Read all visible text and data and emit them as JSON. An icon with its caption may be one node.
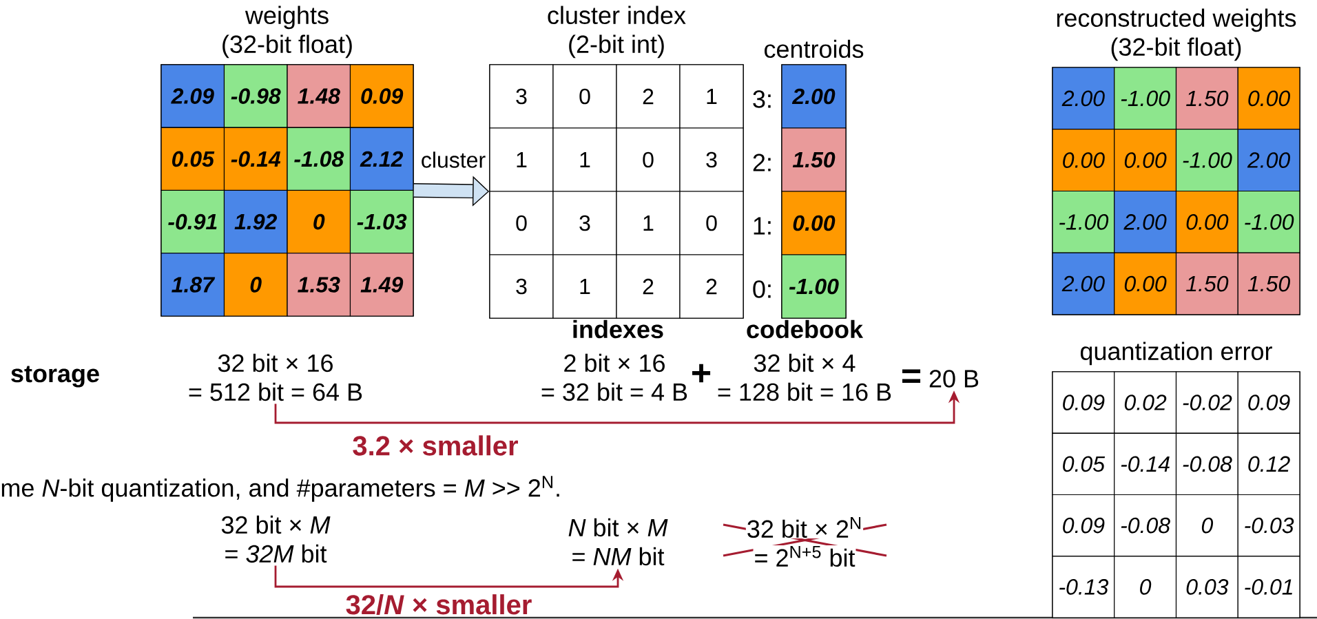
{
  "diagram": {
    "nodes": [
      {
        "text": [
          "weights (32-bit float)"
        ]
      },
      {
        "text": [
          "2.09"
        ],
        "in": 0
      },
      {
        "text": [
          "-0.98"
        ],
        "in": 0
      },
      {
        "text": [
          "1.48"
        ],
        "in": 0
      },
      {
        "text": [
          "0.09"
        ],
        "in": 0
      },
      {
        "text": [
          "0.05"
        ],
        "in": 0
      },
      {
        "text": [
          "-0.14"
        ],
        "in": 0
      },
      {
        "text": [
          "-1.08"
        ],
        "in": 0
      },
      {
        "text": [
          "2.12"
        ],
        "in": 0
      },
      {
        "text": [
          "-0.91"
        ],
        "in": 0
      },
      {
        "text": [
          "1.92"
        ],
        "in": 0
      },
      {
        "text": [
          "0"
        ],
        "in": 0
      },
      {
        "text": [
          "-1.03"
        ],
        "in": 0
      },
      {
        "text": [
          "1.87"
        ],
        "in": 0
      },
      {
        "text": [
          "0"
        ],
        "in": 0
      },
      {
        "text": [
          "1.53"
        ],
        "in": 0
      },
      {
        "text": [
          "1.49"
        ],
        "in": 0
      },
      {
        "text": [
          "cluster index (2-bit int)"
        ]
      },
      {
        "text": [
          "3"
        ],
        "in": 17
      },
      {
        "text": [
          "0"
        ],
        "in": 17
      },
      {
        "text": [
          "2"
        ],
        "in": 17
      },
      {
        "text": [
          "1"
        ],
        "in": 17
      },
      {
        "text": [
          "1"
        ],
        "in": 17
      },
      {
        "text": [
          "1"
        ],
        "in": 17
      },
      {
        "text": [
          "0"
        ],
        "in": 17
      },
      {
        "text": [
          "3"
        ],
        "in": 17
      },
      {
        "text": [
          "0"
        ],
        "in": 17
      },
      {
        "text": [
          "3"
        ],
        "in": 17
      },
      {
        "text": [
          "1"
        ],
        "in": 17
      },
      {
        "text": [
          "0"
        ],
        "in": 17
      },
      {
        "text": [
          "3"
        ],
        "in": 17
      },
      {
        "text": [
          "1"
        ],
        "in": 17
      },
      {
        "text": [
          "2"
        ],
        "in": 17
      },
      {
        "text": [
          "2"
        ],
        "in": 17
      },
      {
        "text": [
          "centroids"
        ]
      },
      {
        "text": [
          "2.00"
        ],
        "in": 34,
        "beside": [
          "3:"
        ]
      },
      {
        "text": [
          "1.50"
        ],
        "in": 34,
        "beside": [
          "2:"
        ]
      },
      {
        "text": [
          "0.00"
        ],
        "in": 34,
        "beside": [
          "1:"
        ]
      },
      {
        "text": [
          "-1.00"
        ],
        "in": 34,
        "beside": [
          "0:"
        ]
      },
      {
        "text": [
          "reconstructed weights (32-bit float)"
        ]
      },
      {
        "text": [
          "2.00"
        ],
        "in": 39
      },
      {
        "text": [
          "-1.00"
        ],
        "in": 39
      },
      {
        "text": [
          "1.50"
        ],
        "in": 39
      },
      {
        "text": [
          "0.00"
        ],
        "in": 39
      },
      {
        "text": [
          "0.00"
        ],
        "in": 39
      },
      {
        "text": [
          "0.00"
        ],
        "in": 39
      },
      {
        "text": [
          "-1.00"
        ],
        "in": 39
      },
      {
        "text": [
          "2.00"
        ],
        "in": 39
      },
      {
        "text": [
          "-1.00"
        ],
        "in": 39
      },
      {
        "text": [
          "2.00"
        ],
        "in": 39
      },
      {
        "text": [
          "0.00"
        ],
        "in": 39
      },
      {
        "text": [
          "-1.00"
        ],
        "in": 39
      },
      {
        "text": [
          "2.00"
        ],
        "in": 39
      },
      {
        "text": [
          "0.00"
        ],
        "in": 39
      },
      {
        "text": [
          "1.50"
        ],
        "in": 39
      },
      {
        "text": [
          "1.50"
        ],
        "in": 39
      },
      {
        "text": [
          "quantization error"
        ]
      },
      {
        "text": [
          "0.09"
        ],
        "in": 56
      },
      {
        "text": [
          "0.02"
        ],
        "in": 56
      },
      {
        "text": [
          "-0.02"
        ],
        "in": 56
      },
      {
        "text": [
          "0.09"
        ],
        "in": 56
      },
      {
        "text": [
          "0.05"
        ],
        "in": 56
      },
      {
        "text": [
          "-0.14"
        ],
        "in": 56
      },
      {
        "text": [
          "-0.08"
        ],
        "in": 56
      },
      {
        "text": [
          "0.12"
        ],
        "in": 56
      },
      {
        "text": [
          "0.09"
        ],
        "in": 56
      },
      {
        "text": [
          "-0.08"
        ],
        "in": 56
      },
      {
        "text": [
          "0"
        ],
        "in": 56
      },
      {
        "text": [
          "-0.03"
        ],
        "in": 56
      },
      {
        "text": [
          "-0.13"
        ],
        "in": 56
      },
      {
        "text": [
          "0"
        ],
        "in": 56
      },
      {
        "text": [
          "0.03"
        ],
        "in": 56
      },
      {
        "text": [
          "-0.01"
        ],
        "in": 56
      },
      {
        "text": [
          "32 bit × 16",
          "= 512 bit = 64 B"
        ]
      },
      {
        "text": [
          "2 bit × 16",
          "= 32 bit = 4 B"
        ]
      },
      {
        "text": [
          "32 bit × 4",
          "= 128 bit = 16 B"
        ]
      },
      {
        "text": [
          "20 B"
        ]
      },
      {
        "text": [
          "32 bit × *M*",
          "= *32M* bit"
        ]
      },
      {
        "text": [
          "*N* bit × *M*",
          "= *NM* bit"
        ]
      },
      {
        "text": [
          "32 bit × 2$^{N}$",
          "= 2$^{N+5}$ bit"
        ]
      }
    ],
    "edges": [
      {
        "from": 0,
        "to": 17,
        "arrow": "to",
        "label": "cluster",
        "style": "thick",
        "color": "#000000"
      },
      {
        "from": 73,
        "to": 76,
        "arrow": "to",
        "label": "3.2 × smaller",
        "color": "#a51c30"
      },
      {
        "from": 77,
        "to": 78,
        "arrow": "to",
        "label": "32/*N* × smaller",
        "color": "#a51c30"
      }
    ],
    "labels": [
      "storage",
      "indexes",
      "codebook",
      "+",
      "=",
      "me *N*-bit quantization, and #parameters = *M* >> 2$^{N}$."
    ]
  }
}
